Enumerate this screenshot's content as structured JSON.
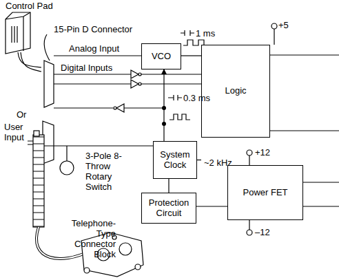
{
  "diagram": {
    "nodes": [
      {
        "text": [
          "VCO"
        ]
      },
      {
        "text": [
          "Logic"
        ]
      },
      {
        "text": [
          "System Clock"
        ]
      },
      {
        "text": [
          "Protection Circuit"
        ]
      },
      {
        "text": [
          "Power FET"
        ]
      }
    ],
    "edges": [
      {
        "from": 0,
        "to": 1,
        "arrow": "none"
      },
      {
        "from": 2,
        "to": 0,
        "arrow": "to"
      },
      {
        "from": 2,
        "to": 1,
        "arrow": "none"
      },
      {
        "from": 3,
        "to": 4,
        "arrow": "none"
      }
    ],
    "labels": [
      "Control Pad",
      "15-Pin D Connector",
      "Analog Input",
      "Or",
      "User Input",
      "Digital Inputs",
      "1 ms",
      "0.3 ms",
      "+5",
      "~2 kHz",
      "+12",
      "–12",
      "3-Pole 8-Throw Rotary Switch",
      "Telephone-Type Connector Block"
    ]
  }
}
